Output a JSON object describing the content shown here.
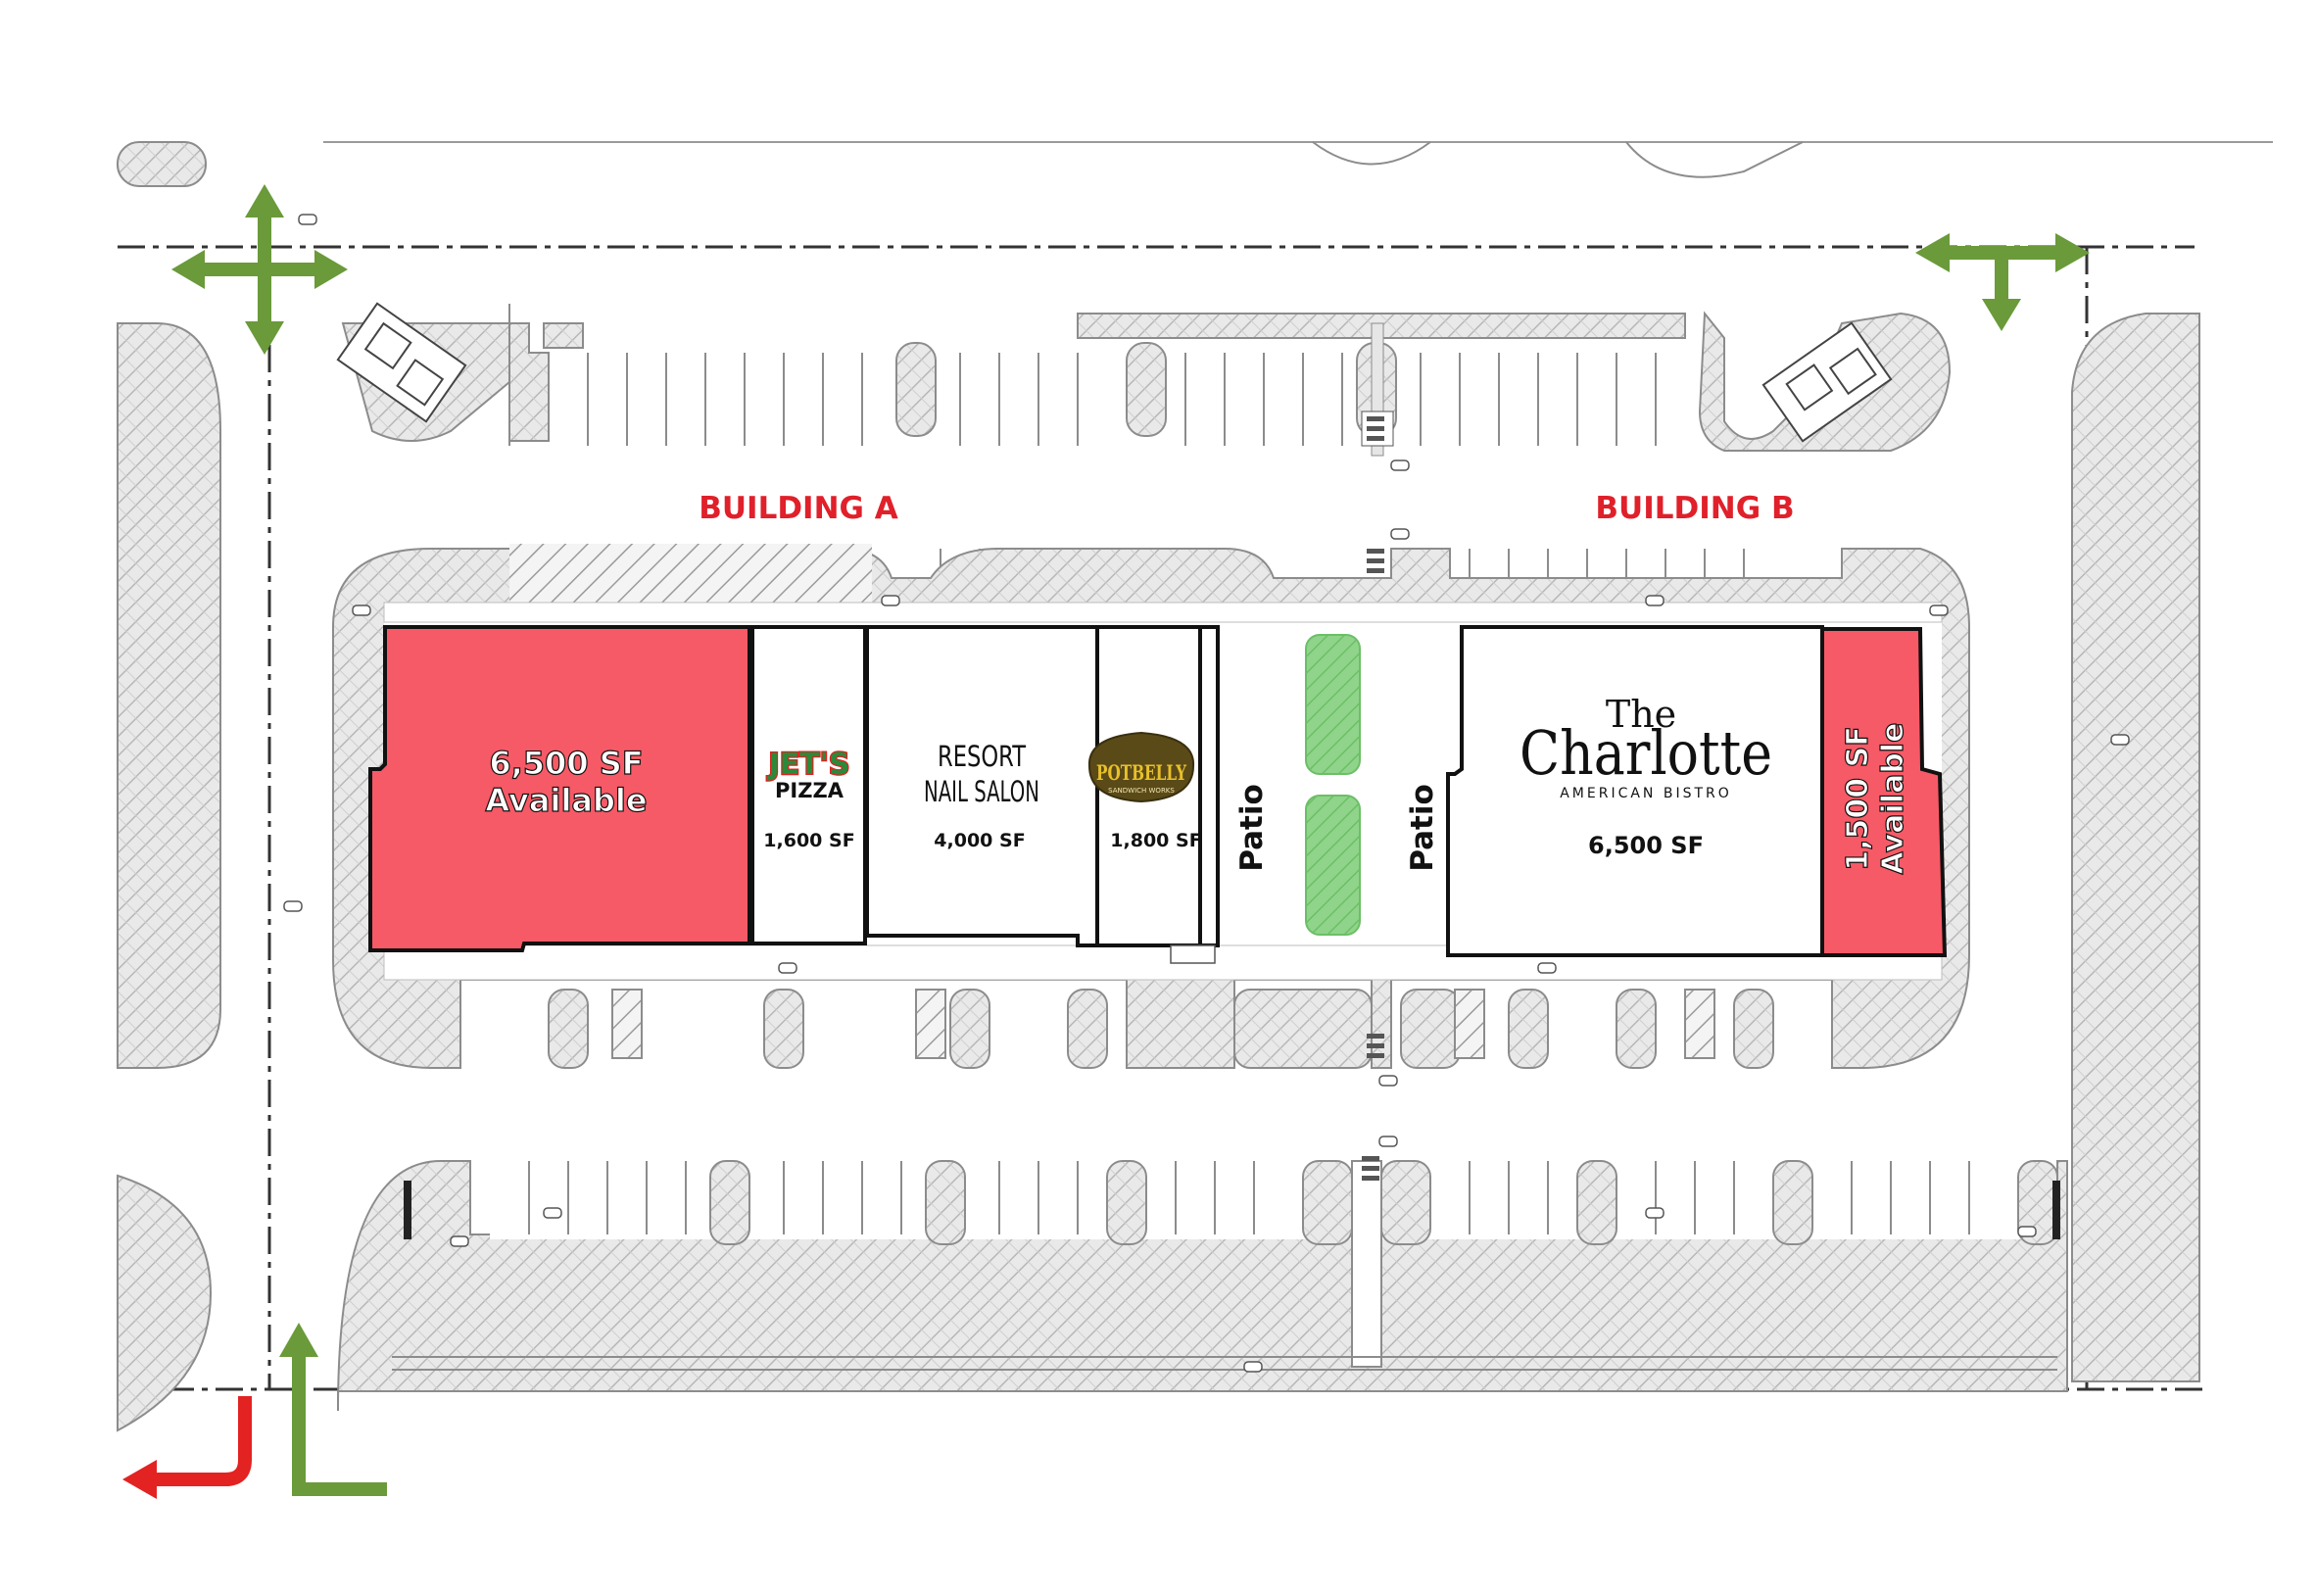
{
  "buildings": {
    "a_label": "BUILDING A",
    "b_label": "BUILDING B"
  },
  "tenants": {
    "available_a": {
      "line1": "6,500 SF",
      "line2": "Available"
    },
    "jets": {
      "logo_top": "JET'S",
      "logo_bottom": "PIZZA",
      "sf": "1,600 SF"
    },
    "resort": {
      "line1": "RESORT",
      "line2": "NAIL SALON",
      "sf": "4,000 SF"
    },
    "potbelly": {
      "logo": "POTBELLY",
      "logo_sub": "SANDWICH WORKS",
      "sf": "1,800 SF"
    },
    "charlotte": {
      "the": "The",
      "name": "Charlotte",
      "sub": "AMERICAN BISTRO",
      "sf": "6,500 SF"
    },
    "available_b": {
      "line1": "1,500 SF",
      "line2": "Available"
    }
  },
  "patios": {
    "left": "Patio",
    "right": "Patio"
  },
  "colors": {
    "available": "#f65a66",
    "label_red": "#e0202a",
    "arrow_green": "#6a9a3a",
    "arrow_red": "#e32222",
    "planter_green": "#8fd48a",
    "hatch_gray": "#cfcfcf"
  },
  "icons": {
    "full_access": "four-way-arrow-icon",
    "right_in_out": "three-way-arrow-icon",
    "right_turn_in": "up-right-arrow-icon",
    "left_turn_out": "down-left-arrow-icon"
  }
}
